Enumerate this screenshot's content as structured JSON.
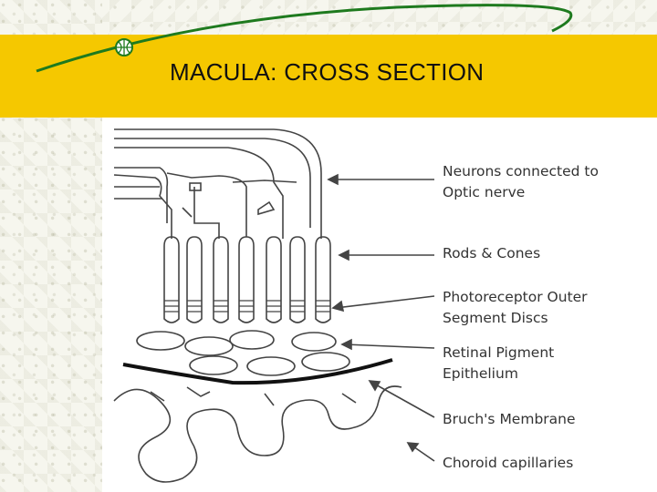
{
  "title": "MACULA: CROSS SECTION",
  "colors": {
    "band": "#f5c800",
    "accent_green": "#1e7a1e"
  },
  "labels": {
    "neurons": [
      "Neurons connected to",
      "Optic nerve"
    ],
    "rods_cones": [
      "Rods & Cones"
    ],
    "photoreceptor": [
      "Photoreceptor Outer",
      "Segment Discs"
    ],
    "rpe": [
      "Retinal Pigment",
      "Epithelium"
    ],
    "bruch": [
      "Bruch's Membrane"
    ],
    "choroid": [
      "Choroid capillaries"
    ]
  },
  "icons": {
    "globe": "globe-icon"
  }
}
